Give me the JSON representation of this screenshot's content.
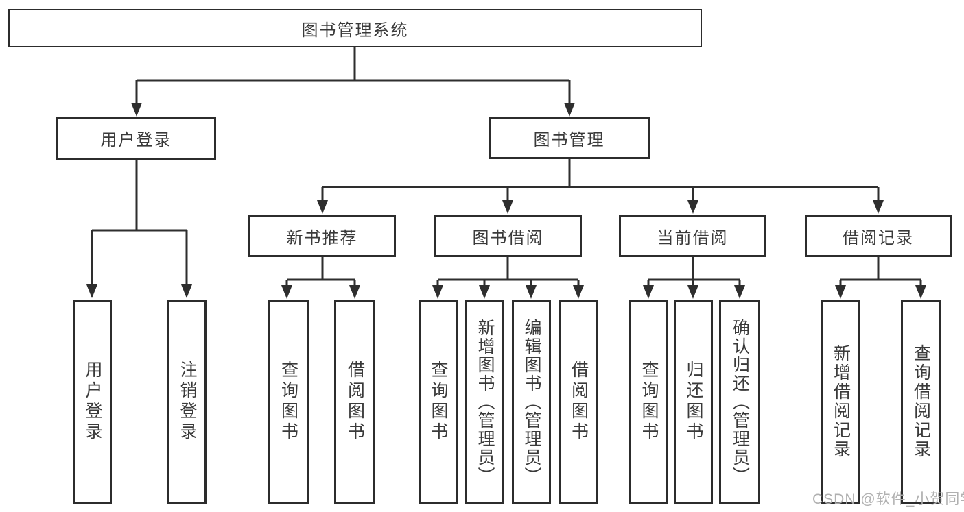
{
  "diagram": {
    "title": "图书管理系统",
    "nodes": {
      "root": {
        "label": "图书管理系统"
      },
      "user_login": {
        "label": "用户登录"
      },
      "book_mgmt": {
        "label": "图书管理"
      },
      "user_login_action": {
        "label": "用户登录"
      },
      "logout_action": {
        "label": "注销登录"
      },
      "new_book_rec": {
        "label": "新书推荐"
      },
      "book_borrow": {
        "label": "图书借阅"
      },
      "current_borrow": {
        "label": "当前借阅"
      },
      "borrow_record": {
        "label": "借阅记录"
      },
      "nbr_query": {
        "label": "查询图书"
      },
      "nbr_borrow": {
        "label": "借阅图书"
      },
      "bb_query": {
        "label": "查询图书"
      },
      "bb_add": {
        "label": "新增图书（管理员）"
      },
      "bb_edit": {
        "label": "编辑图书（管理员）"
      },
      "bb_borrow": {
        "label": "借阅图书"
      },
      "cb_query": {
        "label": "查询图书"
      },
      "cb_return": {
        "label": "归还图书"
      },
      "cb_confirm": {
        "label": "确认归还（管理员）"
      },
      "br_add": {
        "label": "新增借阅记录"
      },
      "br_query": {
        "label": "查询借阅记录"
      }
    },
    "edges": [
      {
        "from": "root",
        "to": "user_login"
      },
      {
        "from": "root",
        "to": "book_mgmt"
      },
      {
        "from": "user_login",
        "to": "user_login_action"
      },
      {
        "from": "user_login",
        "to": "logout_action"
      },
      {
        "from": "book_mgmt",
        "to": "new_book_rec"
      },
      {
        "from": "book_mgmt",
        "to": "book_borrow"
      },
      {
        "from": "book_mgmt",
        "to": "current_borrow"
      },
      {
        "from": "book_mgmt",
        "to": "borrow_record"
      },
      {
        "from": "new_book_rec",
        "to": "nbr_query"
      },
      {
        "from": "new_book_rec",
        "to": "nbr_borrow"
      },
      {
        "from": "book_borrow",
        "to": "bb_query"
      },
      {
        "from": "book_borrow",
        "to": "bb_add"
      },
      {
        "from": "book_borrow",
        "to": "bb_edit"
      },
      {
        "from": "book_borrow",
        "to": "bb_borrow"
      },
      {
        "from": "current_borrow",
        "to": "cb_query"
      },
      {
        "from": "current_borrow",
        "to": "cb_return"
      },
      {
        "from": "current_borrow",
        "to": "cb_confirm"
      },
      {
        "from": "borrow_record",
        "to": "br_add"
      },
      {
        "from": "borrow_record",
        "to": "br_query"
      }
    ],
    "colors": {
      "line": "#2e2e2e",
      "box_border": "#2c2c2c",
      "box_background": "#ffffff",
      "text": "#3a3a3a",
      "background": "#ffffff",
      "watermark": "#acacac"
    }
  },
  "watermark": {
    "text": "CSDN @软件_小贺同学"
  }
}
